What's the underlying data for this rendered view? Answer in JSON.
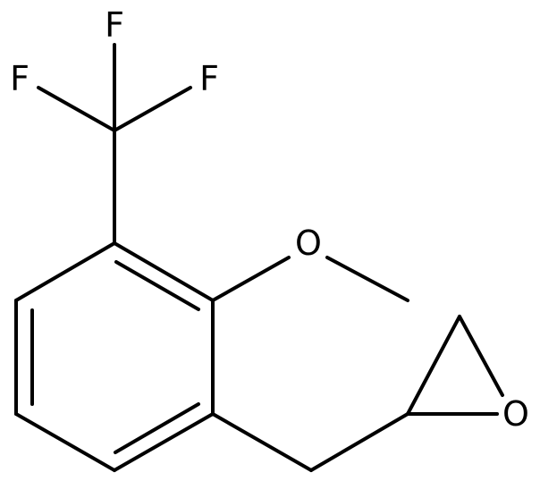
{
  "molecule": {
    "atoms": {
      "f_top": "F",
      "f_left": "F",
      "f_right": "F",
      "o_methoxy": "O",
      "o_epoxide": "O"
    },
    "colors": {
      "bond": "#000000",
      "label": "#000000",
      "background": "#ffffff"
    }
  }
}
